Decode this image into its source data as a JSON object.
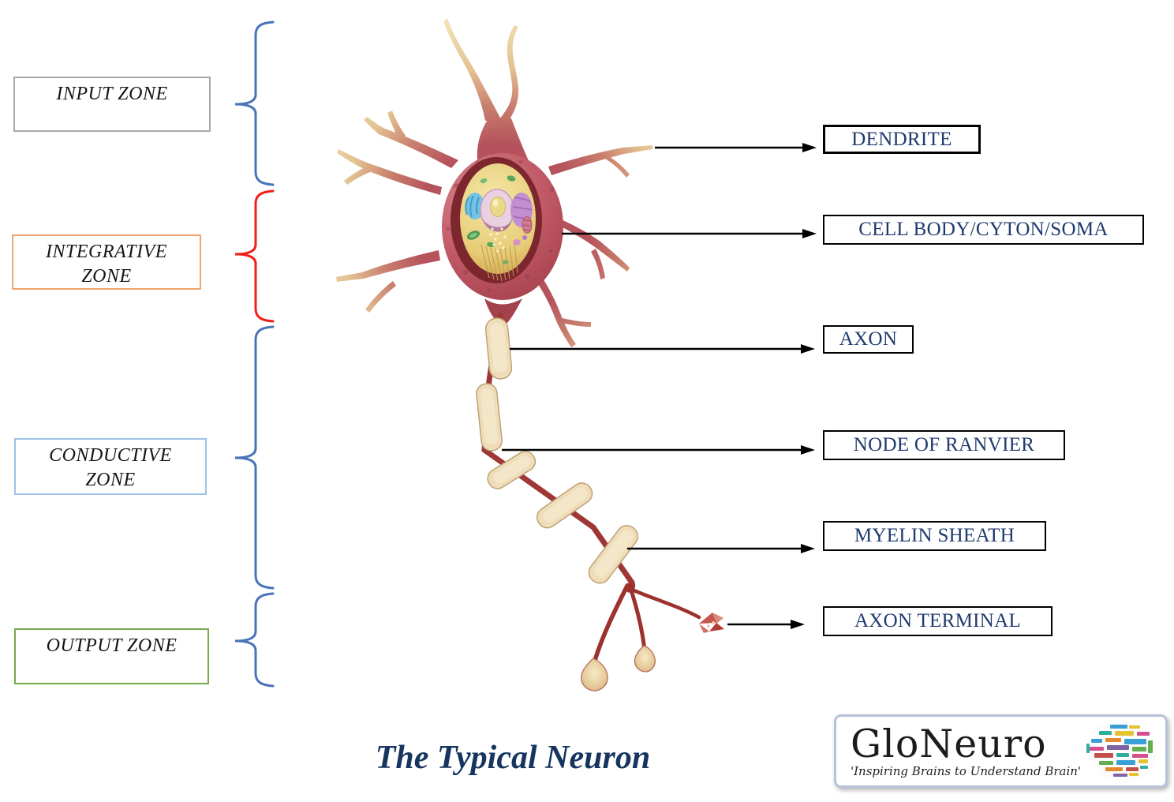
{
  "diagram_title": "The Typical Neuron",
  "zones": [
    {
      "label": "INPUT ZONE",
      "border_color": "#a8a8a8",
      "brace_color": "#4a74b8"
    },
    {
      "label": "INTEGRATIVE ZONE",
      "border_color": "#f0a470",
      "brace_color": "#ee2018"
    },
    {
      "label": "CONDUCTIVE ZONE",
      "border_color": "#9dc3e6",
      "brace_color": "#4a74b8"
    },
    {
      "label": "OUTPUT ZONE",
      "border_color": "#73a94f",
      "brace_color": "#4a74b8"
    }
  ],
  "parts": [
    {
      "label": "DENDRITE"
    },
    {
      "label": "CELL BODY/CYTON/SOMA"
    },
    {
      "label": "AXON"
    },
    {
      "label": "NODE OF RANVIER"
    },
    {
      "label": "MYELIN SHEATH"
    },
    {
      "label": "AXON TERMINAL"
    }
  ],
  "part_label_color": "#1e3a6e",
  "arrow_color": "#000000",
  "logo": {
    "name": "GloNeuro",
    "tagline": "'Inspiring Brains to Understand Brain'"
  }
}
